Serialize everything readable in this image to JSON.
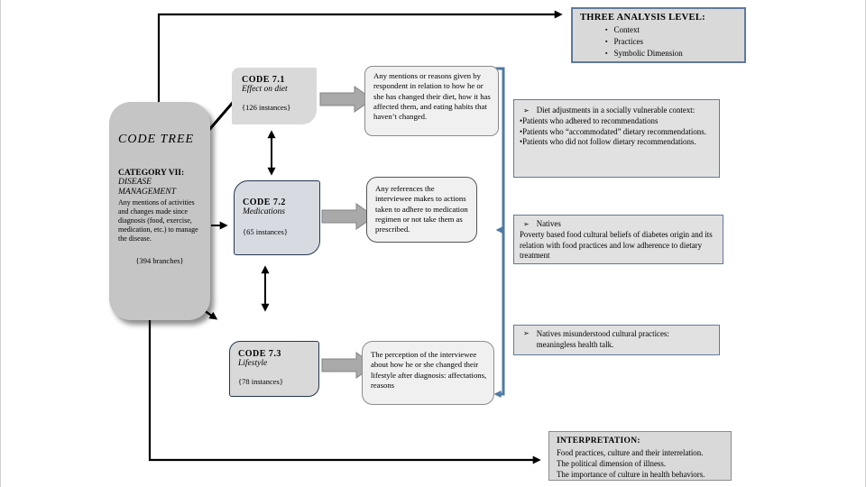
{
  "analysis_levels": {
    "title": "THREE ANALYSIS LEVEL:",
    "items": [
      "Context",
      "Practices",
      "Symbolic Dimension"
    ]
  },
  "code_tree": {
    "label": "CODE TREE",
    "category_id": "CATEGORY VII:",
    "category_name": "DISEASE MANAGEMENT",
    "definition": "Any mentions of activities and changes made since diagnosis (food, exercise, medication, etc.) to manage the disease.",
    "count": "{394 branches}"
  },
  "codes": [
    {
      "id": "CODE 7.1",
      "name": "Effect on diet",
      "count": "{126 instances}",
      "definition": "Any mentions or reasons given by respondent in relation to how he or she has changed their diet, how it has affected them, and eating habits that haven’t changed."
    },
    {
      "id": "CODE 7.2",
      "name": "Medications",
      "count": "{65 instances}",
      "definition": "Any references the interviewee makes to actions taken to adhere to medication regimen or not take them as prescribed."
    },
    {
      "id": "CODE 7.3",
      "name": "Lifestyle",
      "count": "{78 instances}",
      "definition": "The perception of the interviewee about how he or she changed their lifestyle after diagnosis: affectations, reasons"
    }
  ],
  "findings": [
    {
      "marker": "➢",
      "title": "Diet adjustments in a socially vulnerable context:",
      "items": [
        "•Patients who adhered to recommendations",
        "•Patients who “accommodated” dietary recommendations.",
        "•Patients who did not follow dietary recommendations."
      ]
    },
    {
      "marker": "➢",
      "title": "Natives",
      "body": "Poverty based food cultural beliefs of diabetes origin and its relation with food practices and low adherence to dietary treatment"
    },
    {
      "marker": "➢",
      "title": "Natives misunderstood cultural practices:",
      "body": "meaningless health talk."
    }
  ],
  "interpretation": {
    "title": "INTERPRETATION:",
    "lines": [
      "Food practices, culture and their interrelation.",
      "The political dimension of illness.",
      "The importance of culture in health behaviors."
    ]
  },
  "colors": {
    "box_fill_grey": "#d9d9d9",
    "tree_fill": "#c5c5c5",
    "accent_border_blue": "#60799b",
    "code_border_navy": "#24364f",
    "connector_black": "#000000",
    "connector_blue": "#4f7aa3",
    "block_arrow_grey": "#a9a9a9"
  }
}
